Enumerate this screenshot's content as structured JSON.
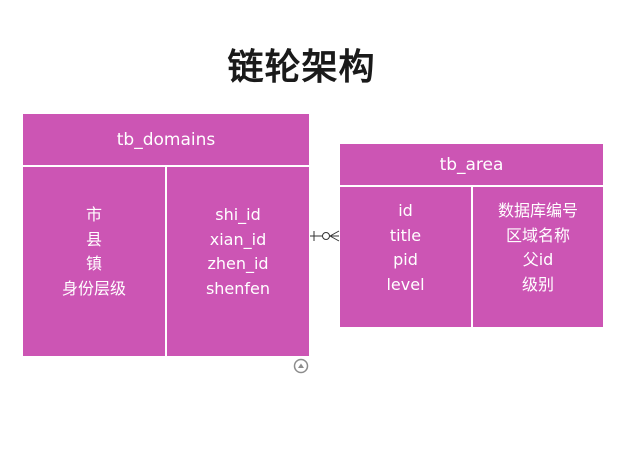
{
  "title": "链轮架构",
  "entities": {
    "tb_domains": {
      "name": "tb_domains",
      "left": [
        "市",
        "县",
        "镇",
        "身份层级"
      ],
      "right": [
        "shi_id",
        "xian_id",
        "zhen_id",
        "shenfen"
      ]
    },
    "tb_area": {
      "name": "tb_area",
      "left": [
        "id",
        "title",
        "pid",
        "level"
      ],
      "right": [
        "数据库编号",
        "区域名称",
        "父id",
        "级别"
      ]
    }
  },
  "colors": {
    "entity_fill": "#cc55b4",
    "entity_text": "#ffffff",
    "title": "#1a1a1a"
  },
  "icons": [
    "relationship-one-to-many-icon",
    "shape-handle-icon"
  ]
}
